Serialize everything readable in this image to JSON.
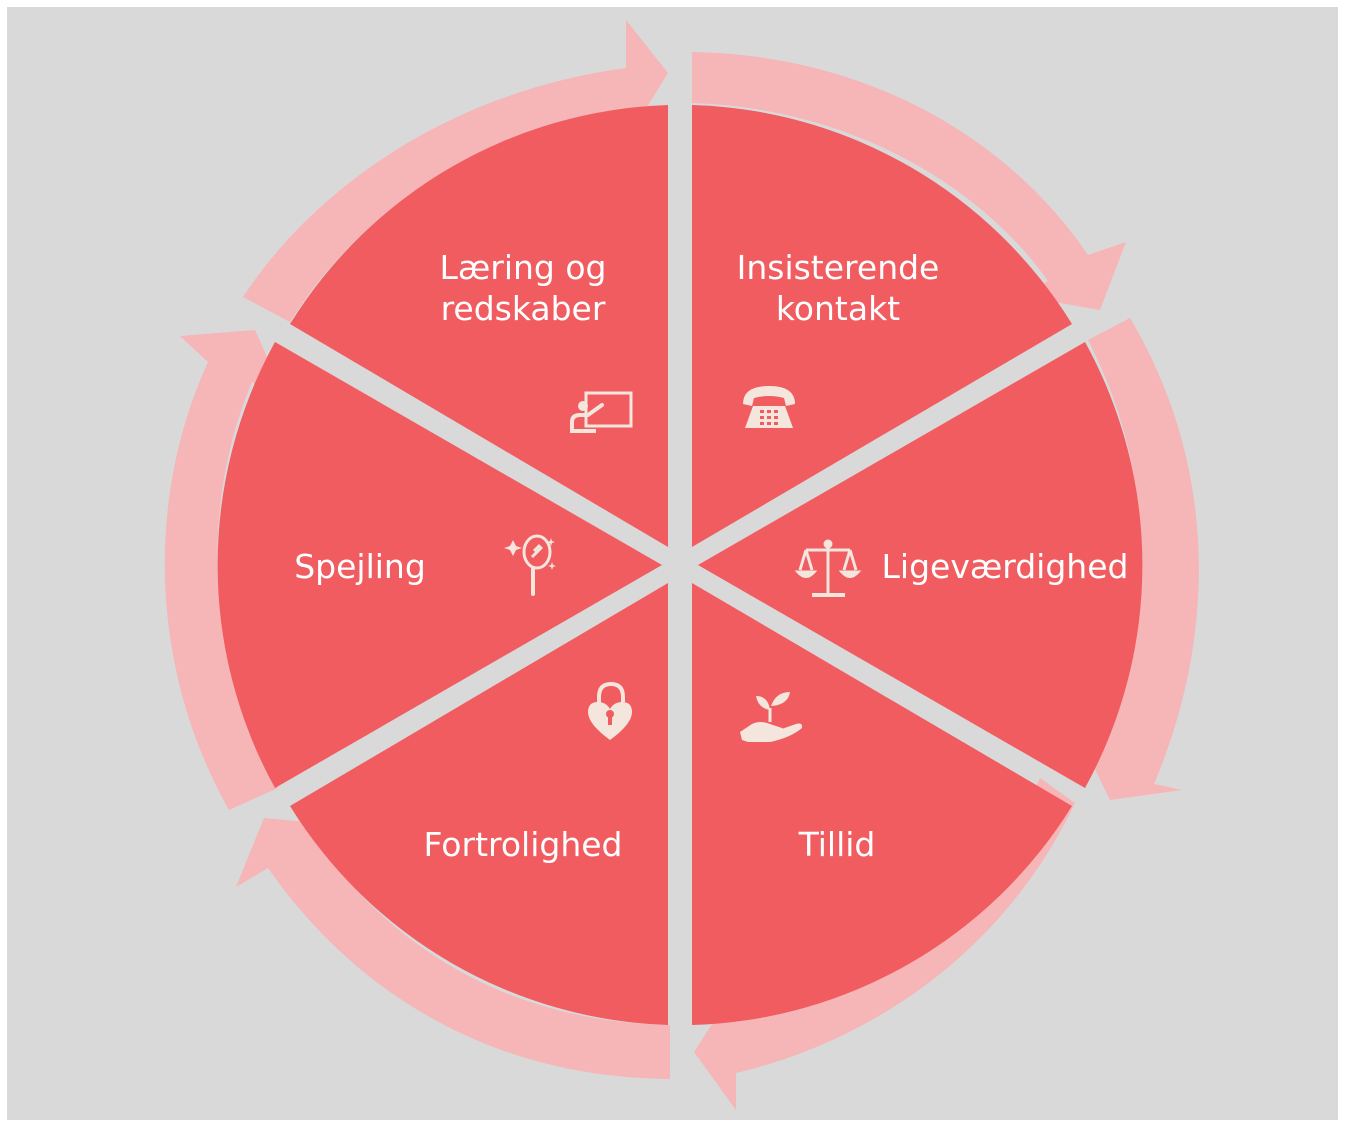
{
  "diagram": {
    "colors": {
      "background": "#d9d9d9",
      "segment": "#f05c60",
      "arrow": "#f6b5b6",
      "text": "#ffffff",
      "icon": "#f4e6dd"
    },
    "segments": [
      {
        "id": "laering",
        "lines": [
          "Læring og",
          "redskaber"
        ],
        "icon": "presentation-board-icon"
      },
      {
        "id": "insisterende",
        "lines": [
          "Insisterende",
          "kontakt"
        ],
        "icon": "telephone-icon"
      },
      {
        "id": "ligevaerdighed",
        "lines": [
          "Ligeværdighed"
        ],
        "icon": "balance-scale-icon"
      },
      {
        "id": "tillid",
        "lines": [
          "Tillid"
        ],
        "icon": "hand-plant-icon"
      },
      {
        "id": "fortrolighed",
        "lines": [
          "Fortrolighed"
        ],
        "icon": "heart-padlock-icon"
      },
      {
        "id": "spejling",
        "lines": [
          "Spejling"
        ],
        "icon": "hand-mirror-icon"
      }
    ]
  }
}
